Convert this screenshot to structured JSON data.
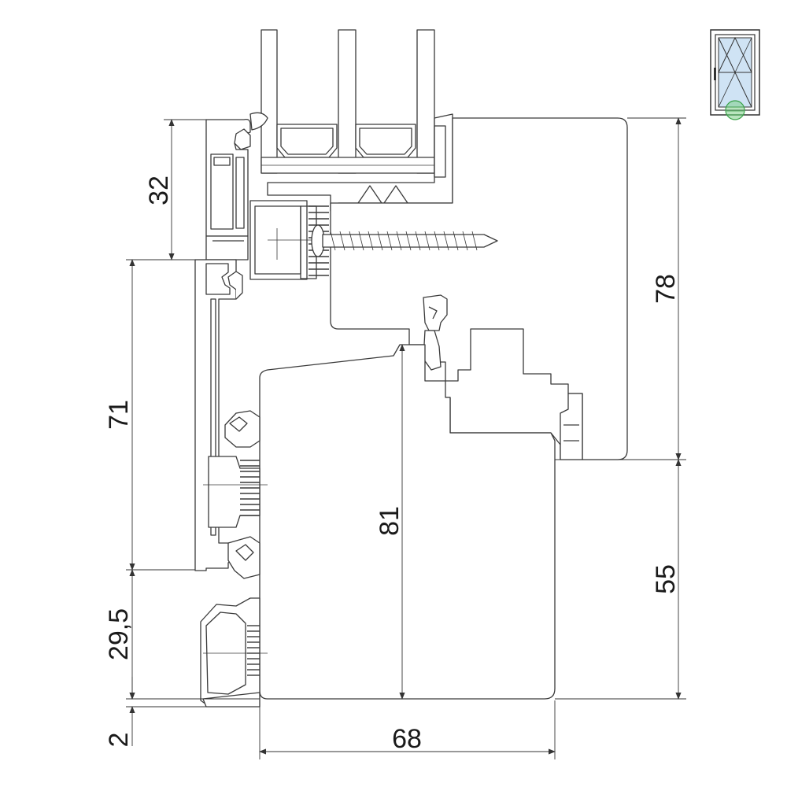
{
  "dimensions": {
    "d32": "32",
    "d71": "71",
    "d29_5": "29,5",
    "d2": "2",
    "d81": "81",
    "d68": "68",
    "d78": "78",
    "d55": "55"
  },
  "icon": {
    "name": "tilt-turn-window-icon",
    "glass_color": "#cfe3f4",
    "marker_color": "#7fcf8a"
  }
}
